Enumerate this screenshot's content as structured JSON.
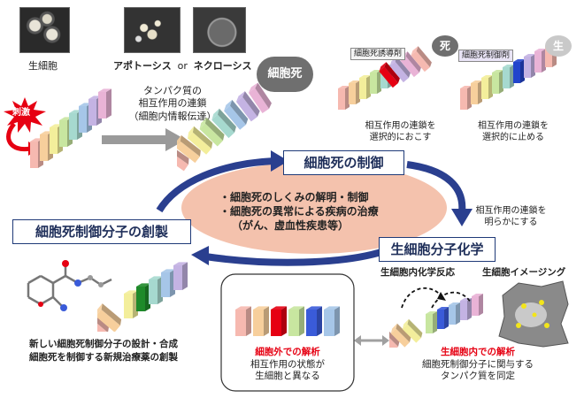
{
  "top": {
    "live_cell_label": "生細胞",
    "apoptosis_label": "アポトーシス",
    "or_label": "or",
    "necrosis_label": "ネクローシス",
    "cell_death_bubble": "細胞死",
    "stimulus_burst": "刺激",
    "cascade_caption": [
      "タンパク質の",
      "相互作用の連鎖",
      "（細胞内情報伝達）"
    ]
  },
  "top_right": {
    "death_tag": "細胞死誘導剤",
    "death_bubble": "死",
    "death_caption": [
      "相互作用の連鎖を",
      "選択的におこす"
    ],
    "life_tag": "細胞死制御剤",
    "life_bubble": "生",
    "life_caption": [
      "相互作用の連鎖を",
      "選択的に止める"
    ]
  },
  "center": {
    "control_box": "細胞死の制御",
    "points": [
      "・細胞死のしくみの解明・制御",
      "・細胞死の異常による疾病の治療",
      "（がん、虚血性疾患等）"
    ],
    "clarify_caption": [
      "相互作用の連鎖を",
      "明らかにする"
    ],
    "chemistry_box": "生細胞分子化学",
    "creation_box": "細胞死制御分子の創製"
  },
  "bottom": {
    "design_caption": [
      "新しい細胞死制御分子の設計・合成",
      "細胞死を制御する新規治療薬の創製"
    ],
    "outside_heading": "細胞外での解析",
    "outside_caption": [
      "相互作用の状態が",
      "生細胞と異なる"
    ],
    "reaction_label": "生細胞内化学反応",
    "imaging_label": "生細胞イメージング",
    "inside_heading": "生細胞内での解析",
    "inside_caption": [
      "細胞死制御分子に関与する",
      "タンパク質を同定"
    ]
  },
  "colors": {
    "box_border": "#1f3a78",
    "arrow_blue": "#2a3f8f",
    "ellipse_fill": "#f4c2ad",
    "accent_red": "#e60012",
    "domino_palette": [
      "#f6b9b0",
      "#f7cf9c",
      "#f3ee9b",
      "#c8e6a0",
      "#a6d9cf",
      "#a6c6e8",
      "#c4b3e3",
      "#e9b3d6"
    ]
  }
}
